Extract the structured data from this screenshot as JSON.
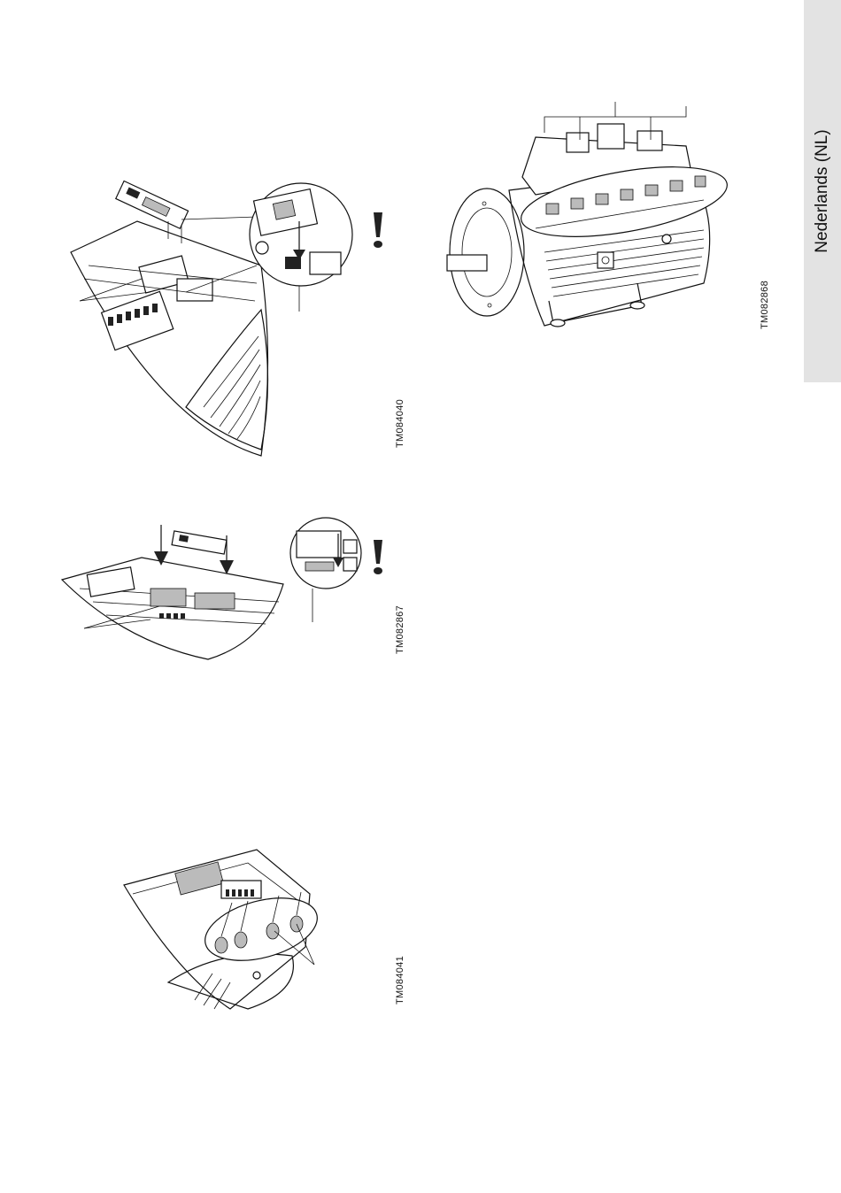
{
  "page": {
    "language_tab": "Nederlands (NL)"
  },
  "figures": [
    {
      "id": "fig1",
      "code": "TM084040"
    },
    {
      "id": "fig2",
      "code": "TM082867"
    },
    {
      "id": "fig3",
      "code": "TM084041"
    },
    {
      "id": "fig4",
      "code": "TM082868"
    }
  ]
}
